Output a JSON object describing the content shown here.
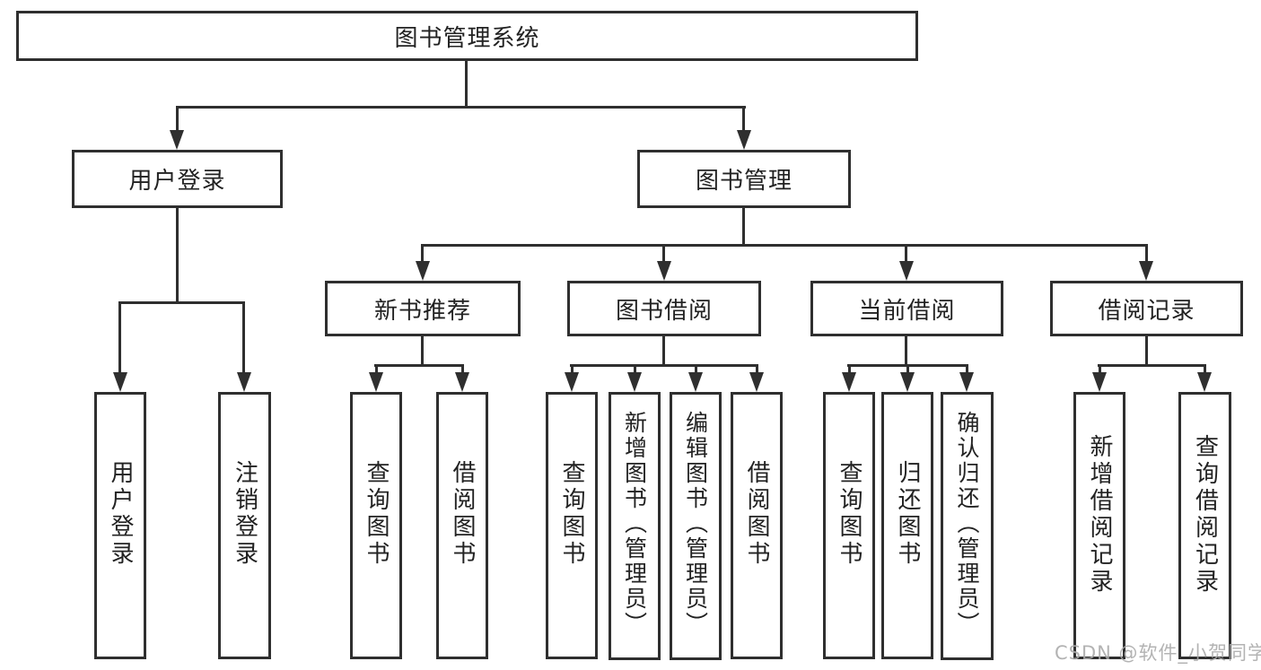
{
  "nodes": {
    "root": "图书管理系统",
    "user_login": "用户登录",
    "book_mgmt": "图书管理",
    "new_books": "新书推荐",
    "book_borrow": "图书借阅",
    "current_borrow": "当前借阅",
    "borrow_records": "借阅记录",
    "leaf_user_login": "用户登录",
    "leaf_logout": "注销登录",
    "leaf_query_book_nb": "查询图书",
    "leaf_borrow_book_nb": "借阅图书",
    "leaf_query_book_bb": "查询图书",
    "leaf_add_book": "新增图书（管理员）",
    "leaf_edit_book": "编辑图书（管理员）",
    "leaf_borrow_book_bb": "借阅图书",
    "leaf_query_book_cb": "查询图书",
    "leaf_return_book": "归还图书",
    "leaf_confirm_return": "确认归还（管理员）",
    "leaf_add_record": "新增借阅记录",
    "leaf_query_record": "查询借阅记录"
  },
  "hierarchy": {
    "图书管理系统": {
      "用户登录": [
        "用户登录",
        "注销登录"
      ],
      "图书管理": {
        "新书推荐": [
          "查询图书",
          "借阅图书"
        ],
        "图书借阅": [
          "查询图书",
          "新增图书（管理员）",
          "编辑图书（管理员）",
          "借阅图书"
        ],
        "当前借阅": [
          "查询图书",
          "归还图书",
          "确认归还（管理员）"
        ],
        "借阅记录": [
          "新增借阅记录",
          "查询借阅记录"
        ]
      }
    }
  },
  "watermark": "CSDN @软件_小贺同学",
  "colors": {
    "line": "#2f2f2f",
    "text": "#222222",
    "box_background": "#ffffff",
    "page_background": "#ffffff",
    "watermark": "#a8a8a8"
  }
}
